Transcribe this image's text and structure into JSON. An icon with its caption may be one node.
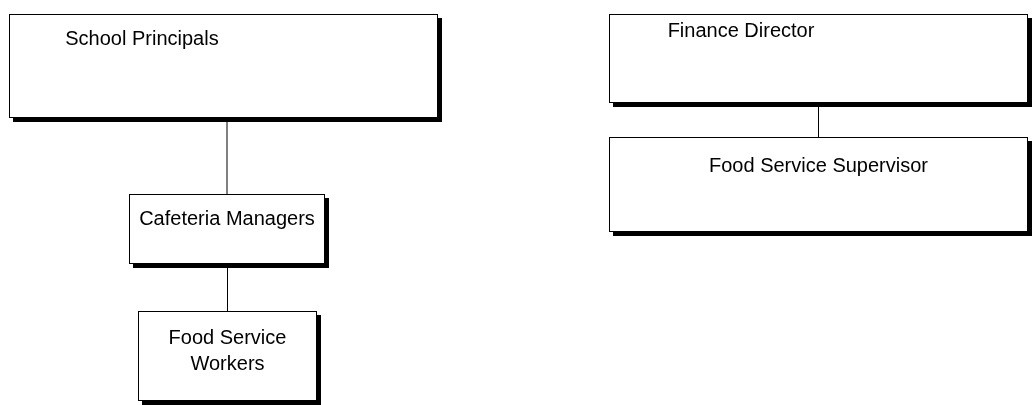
{
  "diagram": {
    "nodes": [
      {
        "text": [
          "School Principals"
        ]
      },
      {
        "text": [
          "Cafeteria Managers"
        ]
      },
      {
        "text": [
          "Food Service Workers"
        ]
      },
      {
        "text": [
          "Finance Director"
        ]
      },
      {
        "text": [
          "Food Service Supervisor"
        ]
      }
    ],
    "edges": [
      {
        "from": 0,
        "to": 1,
        "arrow": "none"
      },
      {
        "from": 1,
        "to": 2,
        "arrow": "none"
      },
      {
        "from": 3,
        "to": 4,
        "arrow": "none"
      }
    ]
  }
}
